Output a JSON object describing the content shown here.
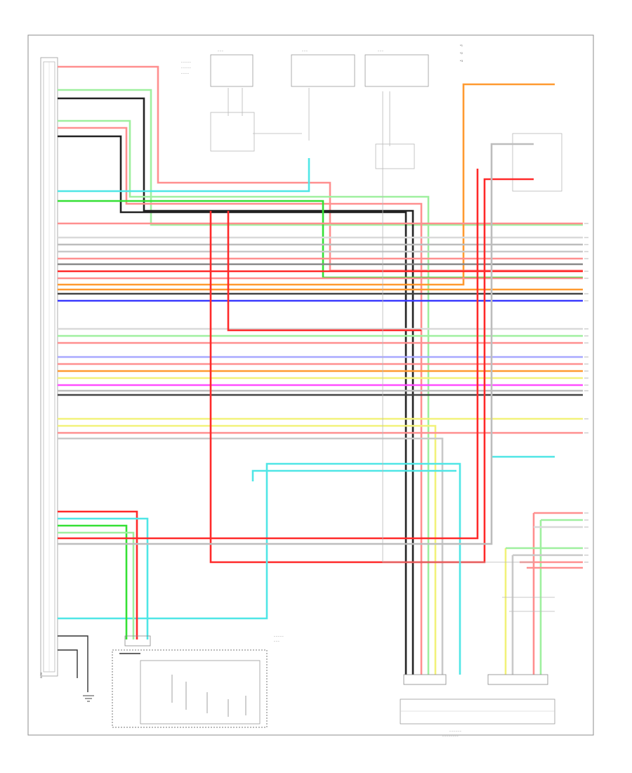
{
  "diagram": {
    "legend": [
      "*1",
      "*2",
      "*3"
    ],
    "footer_code": "",
    "components": [
      {
        "id": "ecm",
        "label": ""
      },
      {
        "id": "junction_block_left",
        "label": ""
      },
      {
        "id": "junction_block_mid",
        "label": ""
      },
      {
        "id": "junction_block_right",
        "label": ""
      },
      {
        "id": "combination_switch",
        "label": ""
      },
      {
        "id": "multiplex_connector",
        "label": ""
      }
    ]
  },
  "colors": {
    "red": "#ff2a2a",
    "pink": "#ff8f8f",
    "green": "#35e035",
    "light_green": "#9ff09f",
    "cyan": "#4fe6e6",
    "blue": "#3a3aff",
    "light_blue": "#a8a8ff",
    "orange": "#ff9a30",
    "yellow": "#f2f27a",
    "magenta": "#ff4dff",
    "black": "#222222",
    "grey": "#aaaaaa"
  }
}
